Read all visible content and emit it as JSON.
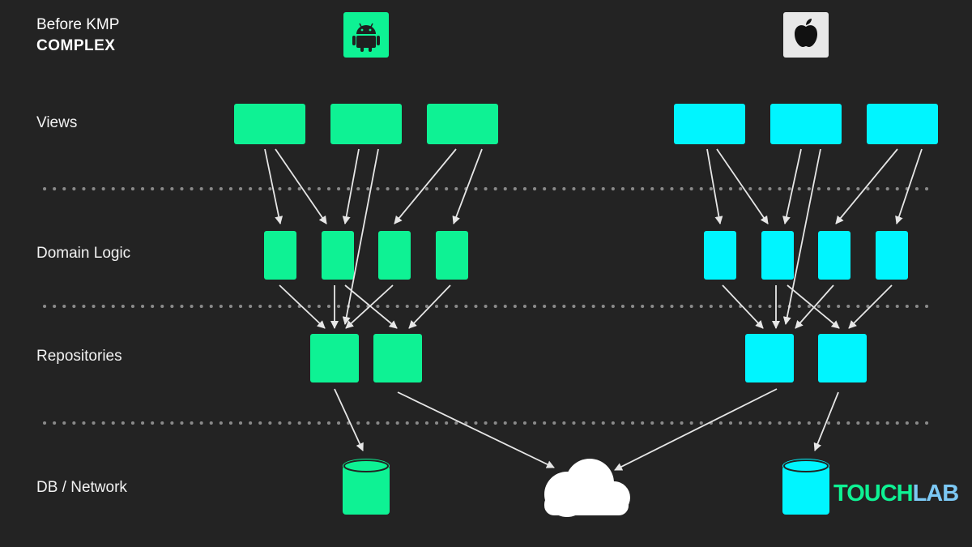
{
  "header": {
    "title": "Before KMP",
    "subtitle": "COMPLEX"
  },
  "rows": {
    "views": "Views",
    "domain": "Domain Logic",
    "repositories": "Repositories",
    "db_network": "DB / Network"
  },
  "platforms": {
    "android": {
      "icon": "android-icon",
      "color": "#0ef294"
    },
    "ios": {
      "icon": "apple-icon",
      "color": "#00f5ff"
    }
  },
  "brand": {
    "part1": "TOUCH",
    "part2": "LAB"
  }
}
